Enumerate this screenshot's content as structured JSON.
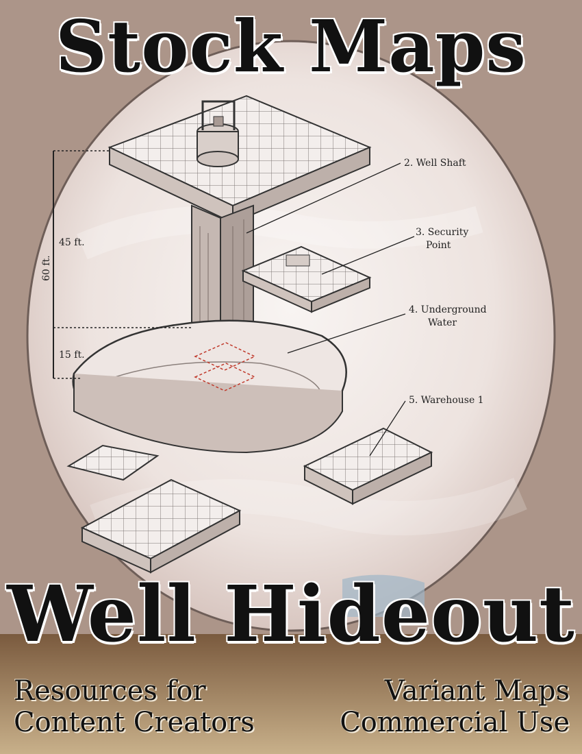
{
  "cover": {
    "series_title": "Stock Maps",
    "map_title": "Well Hideout",
    "left_tagline_line1": "Resources for",
    "left_tagline_line2": "Content Creators",
    "right_tagline_line1": "Variant Maps",
    "right_tagline_line2": "Commercial Use"
  },
  "map": {
    "labels": {
      "well_shaft": "2. Well Shaft",
      "security_line1": "3. Security",
      "security_line2": "Point",
      "water_line1": "4. Underground",
      "water_line2": "Water",
      "warehouse": "5. Warehouse 1"
    },
    "depth": {
      "total": "60 ft.",
      "upper": "45 ft.",
      "lower": "15 ft."
    }
  },
  "colors": {
    "parchment": "#b09a8e",
    "floor_band": "#8a6a4a",
    "ink": "#222222"
  }
}
